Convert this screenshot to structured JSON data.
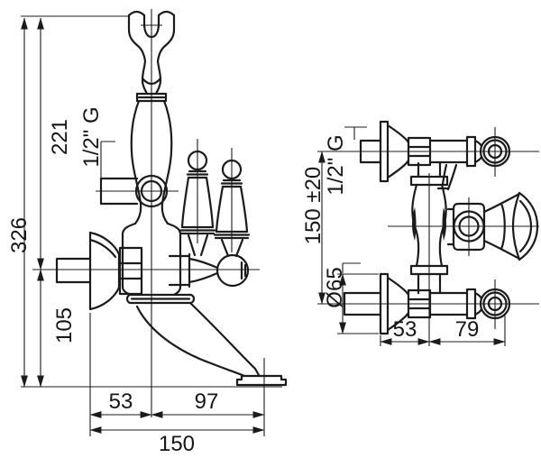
{
  "drawing": {
    "type": "technical-dimension-drawing",
    "subject": "Wall-mounted bathtub mixer tap with shower cradle — front and side elevations",
    "background": "#ffffff",
    "line_color": "#1b1b1b"
  },
  "front_view": {
    "dims": {
      "overall_height": "326",
      "upper_height": "221",
      "lower_height": "105",
      "inlet_thread": "1/2\" G",
      "width_left": "53",
      "width_right": "97",
      "overall_width": "150"
    }
  },
  "side_view": {
    "dims": {
      "inlet_spacing": "150 ±20",
      "inlet_thread": "1/2\" G",
      "escutcheon_diameter": "Ø65",
      "depth_left": "53",
      "depth_right": "79"
    }
  }
}
